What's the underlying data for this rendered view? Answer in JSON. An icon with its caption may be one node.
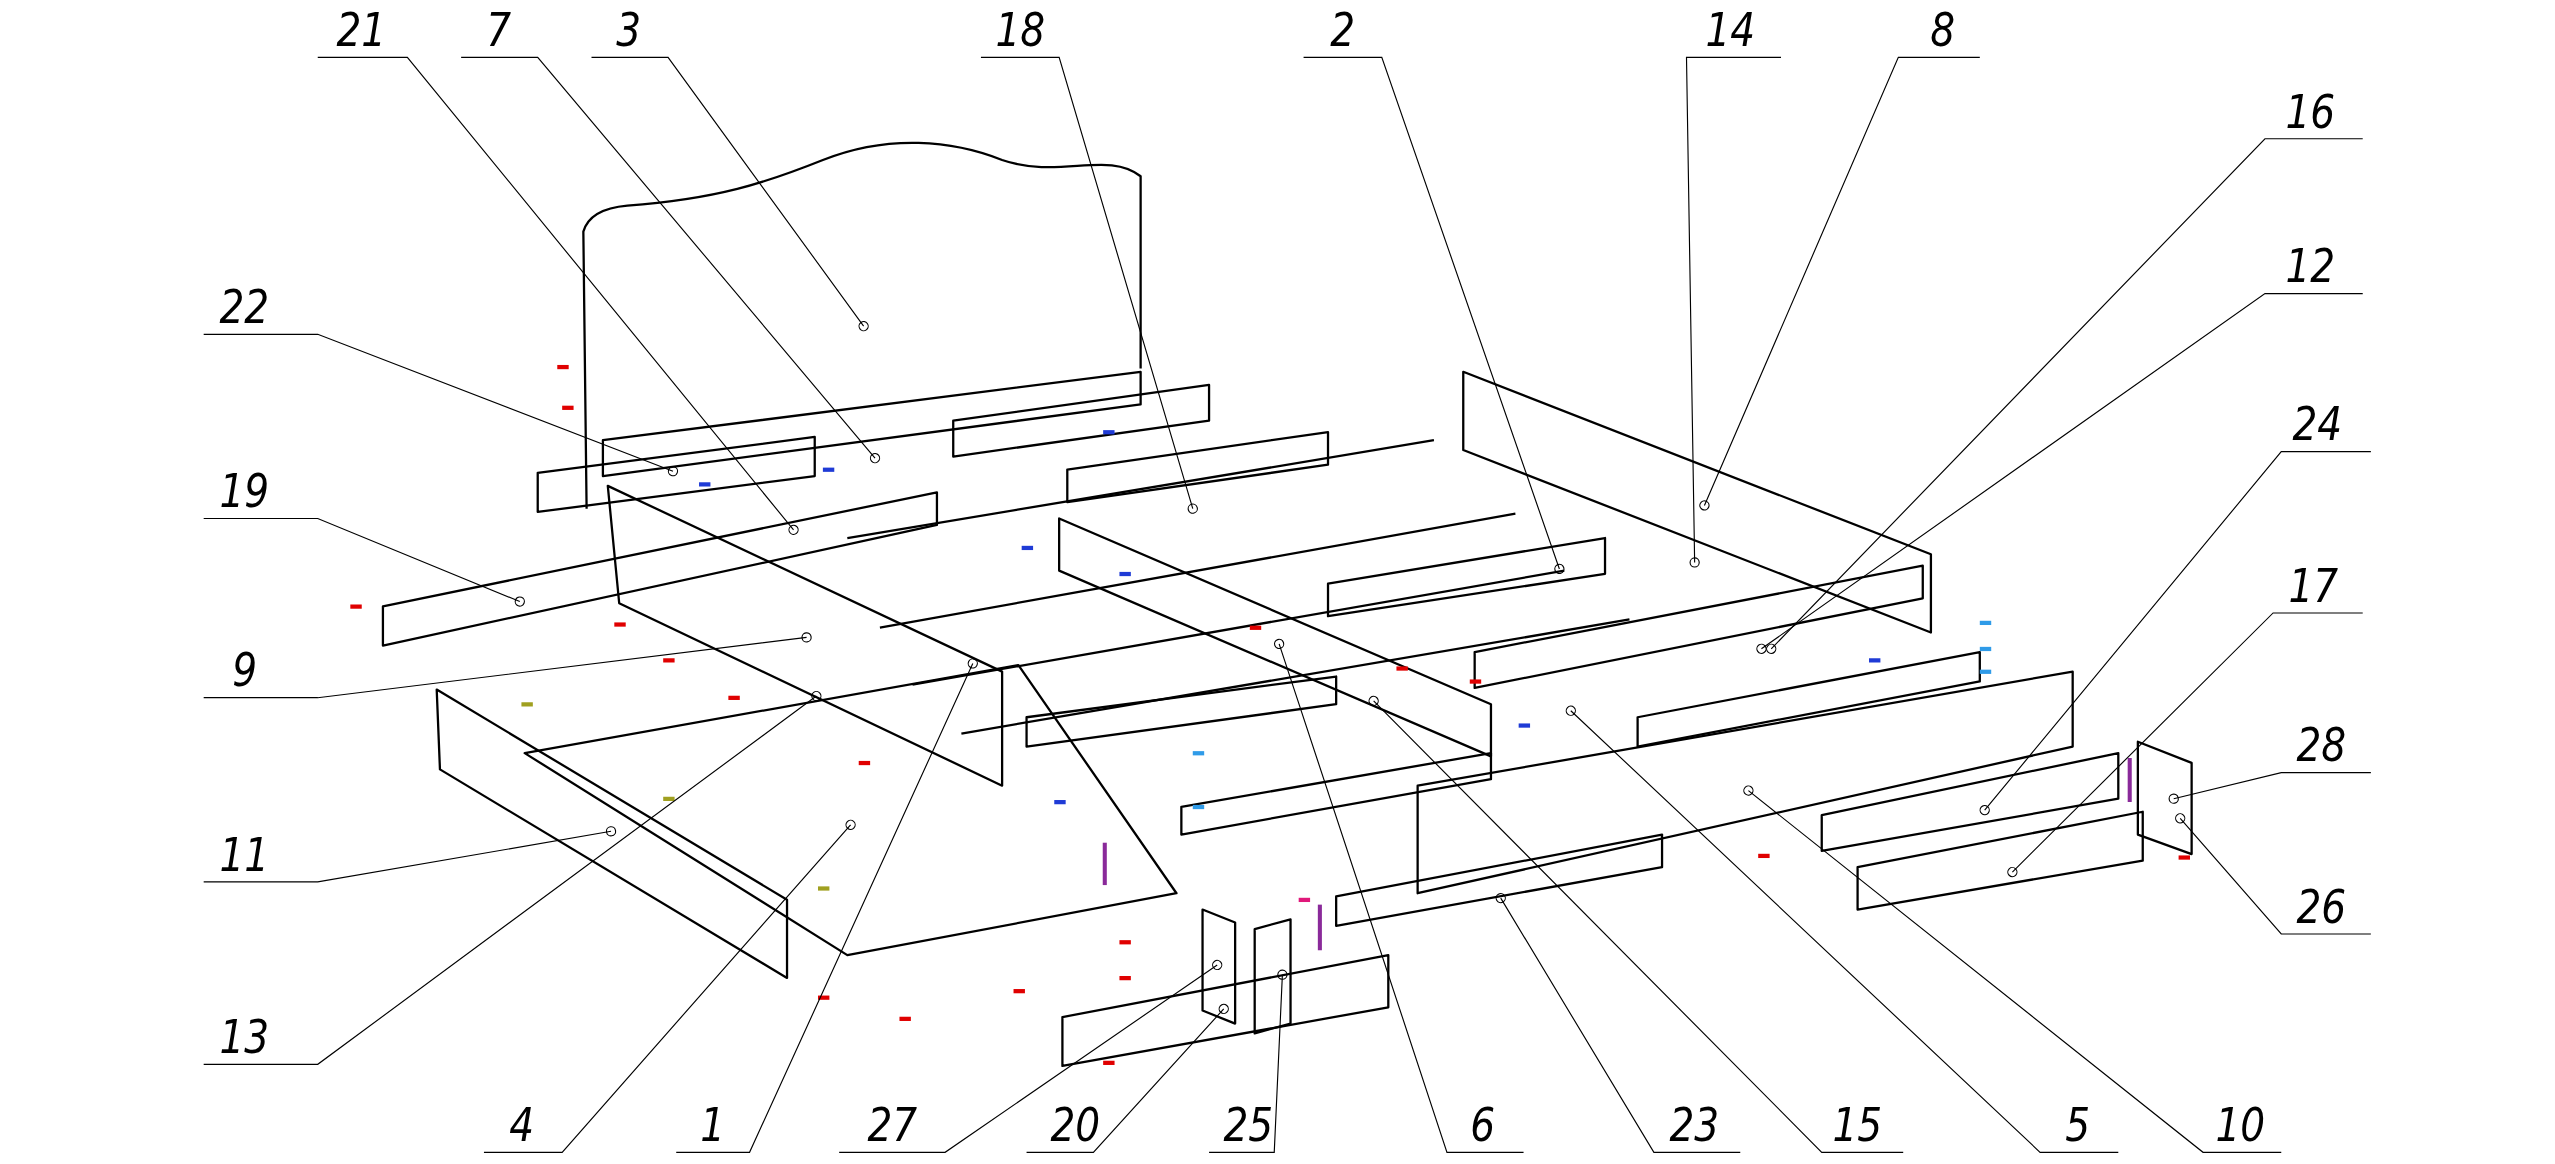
{
  "diagram": {
    "nodes": [
      {
        "text": [
          "21"
        ]
      },
      {
        "text": [
          "7"
        ]
      },
      {
        "text": [
          "3"
        ]
      },
      {
        "text": [
          "18"
        ]
      },
      {
        "text": [
          "2"
        ]
      },
      {
        "text": [
          "14"
        ]
      },
      {
        "text": [
          "8"
        ]
      },
      {
        "text": [
          "16"
        ]
      },
      {
        "text": [
          "22"
        ]
      },
      {
        "text": [
          "12"
        ]
      },
      {
        "text": [
          "19"
        ]
      },
      {
        "text": [
          "24"
        ]
      },
      {
        "text": [
          "9"
        ]
      },
      {
        "text": [
          "17"
        ]
      },
      {
        "text": [
          "28"
        ]
      },
      {
        "text": [
          "11"
        ]
      },
      {
        "text": [
          "26"
        ]
      },
      {
        "text": [
          "13"
        ]
      },
      {
        "text": [
          "4"
        ]
      },
      {
        "text": [
          "1"
        ]
      },
      {
        "text": [
          "27"
        ]
      },
      {
        "text": [
          "20"
        ]
      },
      {
        "text": [
          "25"
        ]
      },
      {
        "text": [
          "6"
        ]
      },
      {
        "text": [
          "23"
        ]
      },
      {
        "text": [
          "15"
        ]
      },
      {
        "text": [
          "5"
        ]
      },
      {
        "text": [
          "10"
        ]
      }
    ],
    "edges": [
      {
        "from": 0,
        "to": null,
        "arrow": "other"
      },
      {
        "from": 1,
        "to": null,
        "arrow": "other"
      },
      {
        "from": 2,
        "to": null,
        "arrow": "other"
      },
      {
        "from": 3,
        "to": null,
        "arrow": "other"
      },
      {
        "from": 4,
        "to": null,
        "arrow": "other"
      },
      {
        "from": 5,
        "to": null,
        "arrow": "other"
      },
      {
        "from": 6,
        "to": null,
        "arrow": "other"
      },
      {
        "from": 7,
        "to": null,
        "arrow": "other"
      },
      {
        "from": 8,
        "to": null,
        "arrow": "other"
      },
      {
        "from": 9,
        "to": null,
        "arrow": "other"
      },
      {
        "from": 10,
        "to": null,
        "arrow": "other"
      },
      {
        "from": 11,
        "to": null,
        "arrow": "other"
      },
      {
        "from": 12,
        "to": null,
        "arrow": "other"
      },
      {
        "from": 13,
        "to": null,
        "arrow": "other"
      },
      {
        "from": 14,
        "to": null,
        "arrow": "other"
      },
      {
        "from": 15,
        "to": null,
        "arrow": "other"
      },
      {
        "from": 16,
        "to": null,
        "arrow": "other"
      },
      {
        "from": 17,
        "to": null,
        "arrow": "other"
      },
      {
        "from": 18,
        "to": null,
        "arrow": "other"
      },
      {
        "from": 19,
        "to": null,
        "arrow": "other"
      },
      {
        "from": 20,
        "to": null,
        "arrow": "other"
      },
      {
        "from": 21,
        "to": null,
        "arrow": "other"
      },
      {
        "from": 22,
        "to": null,
        "arrow": "other"
      },
      {
        "from": 23,
        "to": null,
        "arrow": "other"
      },
      {
        "from": 24,
        "to": null,
        "arrow": "other"
      },
      {
        "from": 25,
        "to": null,
        "arrow": "other"
      },
      {
        "from": 26,
        "to": null,
        "arrow": "other"
      },
      {
        "from": 27,
        "to": null,
        "arrow": "other"
      }
    ]
  }
}
